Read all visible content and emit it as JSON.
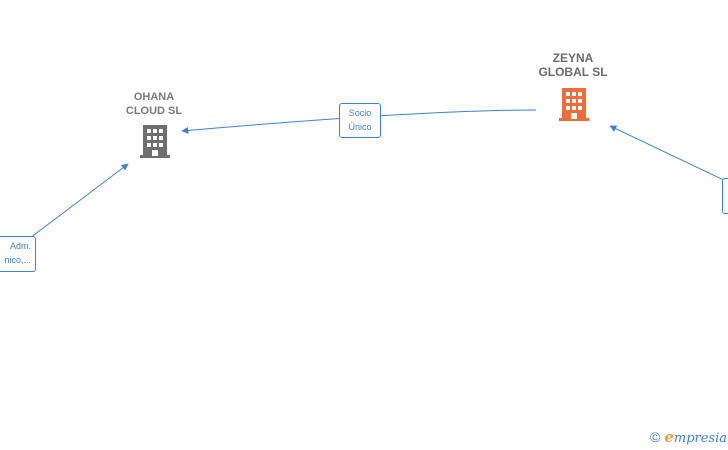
{
  "nodes": {
    "ohana": {
      "line1": "OHANA",
      "line2": "CLOUD  SL",
      "icon": "building-icon",
      "color": "#6e6e6e"
    },
    "zeyna": {
      "line1": "ZEYNA",
      "line2": "GLOBAL  SL",
      "icon": "building-icon",
      "color": "#f26b3a"
    }
  },
  "edges": {
    "socio": {
      "line1": "Socio",
      "line2": "Único"
    },
    "adm": {
      "line1": "Adm.",
      "line2": "nico,..."
    }
  },
  "colors": {
    "edge": "#3d82d1"
  },
  "brand": {
    "copyright": "©",
    "initial": "e",
    "name": "mpresia"
  }
}
